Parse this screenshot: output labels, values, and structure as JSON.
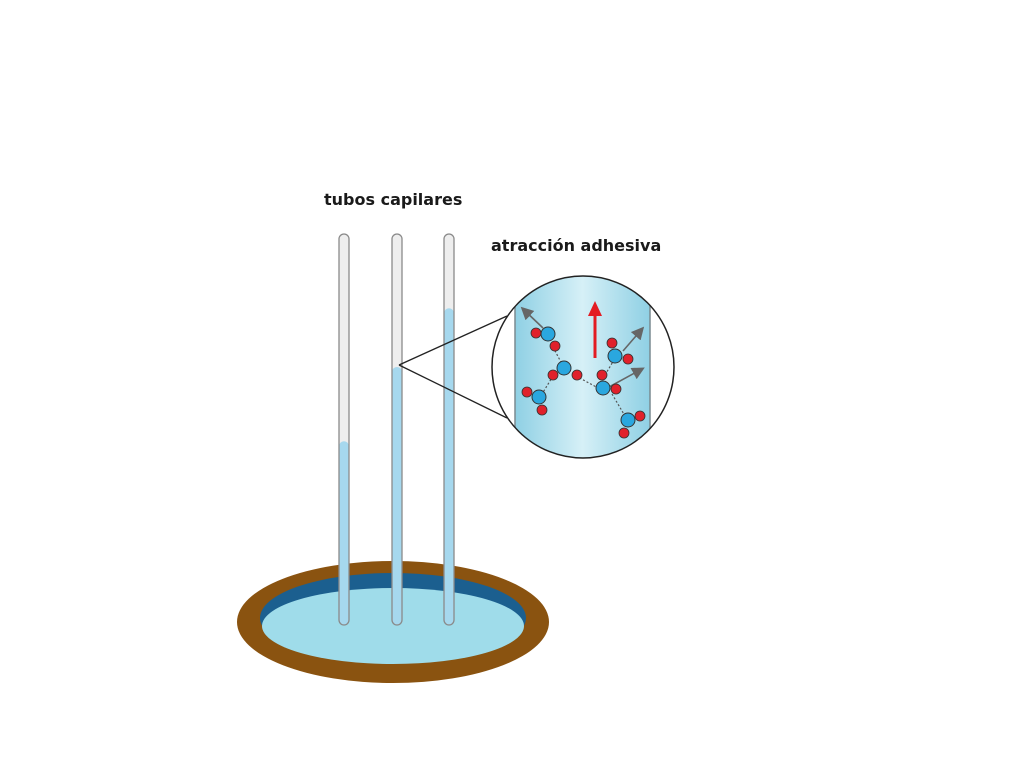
{
  "labels": {
    "tubes": "tubos capilares",
    "adhesive": "atracción adhesiva"
  },
  "tubes": [
    {
      "name": "tube-left",
      "water_level_fraction": 0.47
    },
    {
      "name": "tube-middle",
      "water_level_fraction": 0.66
    },
    {
      "name": "tube-right",
      "water_level_fraction": 0.81
    }
  ],
  "colors": {
    "dish_rim": "#8a5310",
    "dish_inner_wall": "#1b5f8f",
    "water": "#9fdcea",
    "tube_glass": "#eeeeee",
    "tube_outline": "#8a8a8a",
    "tube_water": "#a6d8ee",
    "oxygen": "#2aa7df",
    "hydrogen": "#e0212b",
    "force_arrow": "#e31c23",
    "adhesion_arrow": "#666666"
  },
  "icons": {
    "molecule": "water-molecule-icon",
    "upward_force": "red-up-arrow-icon"
  }
}
